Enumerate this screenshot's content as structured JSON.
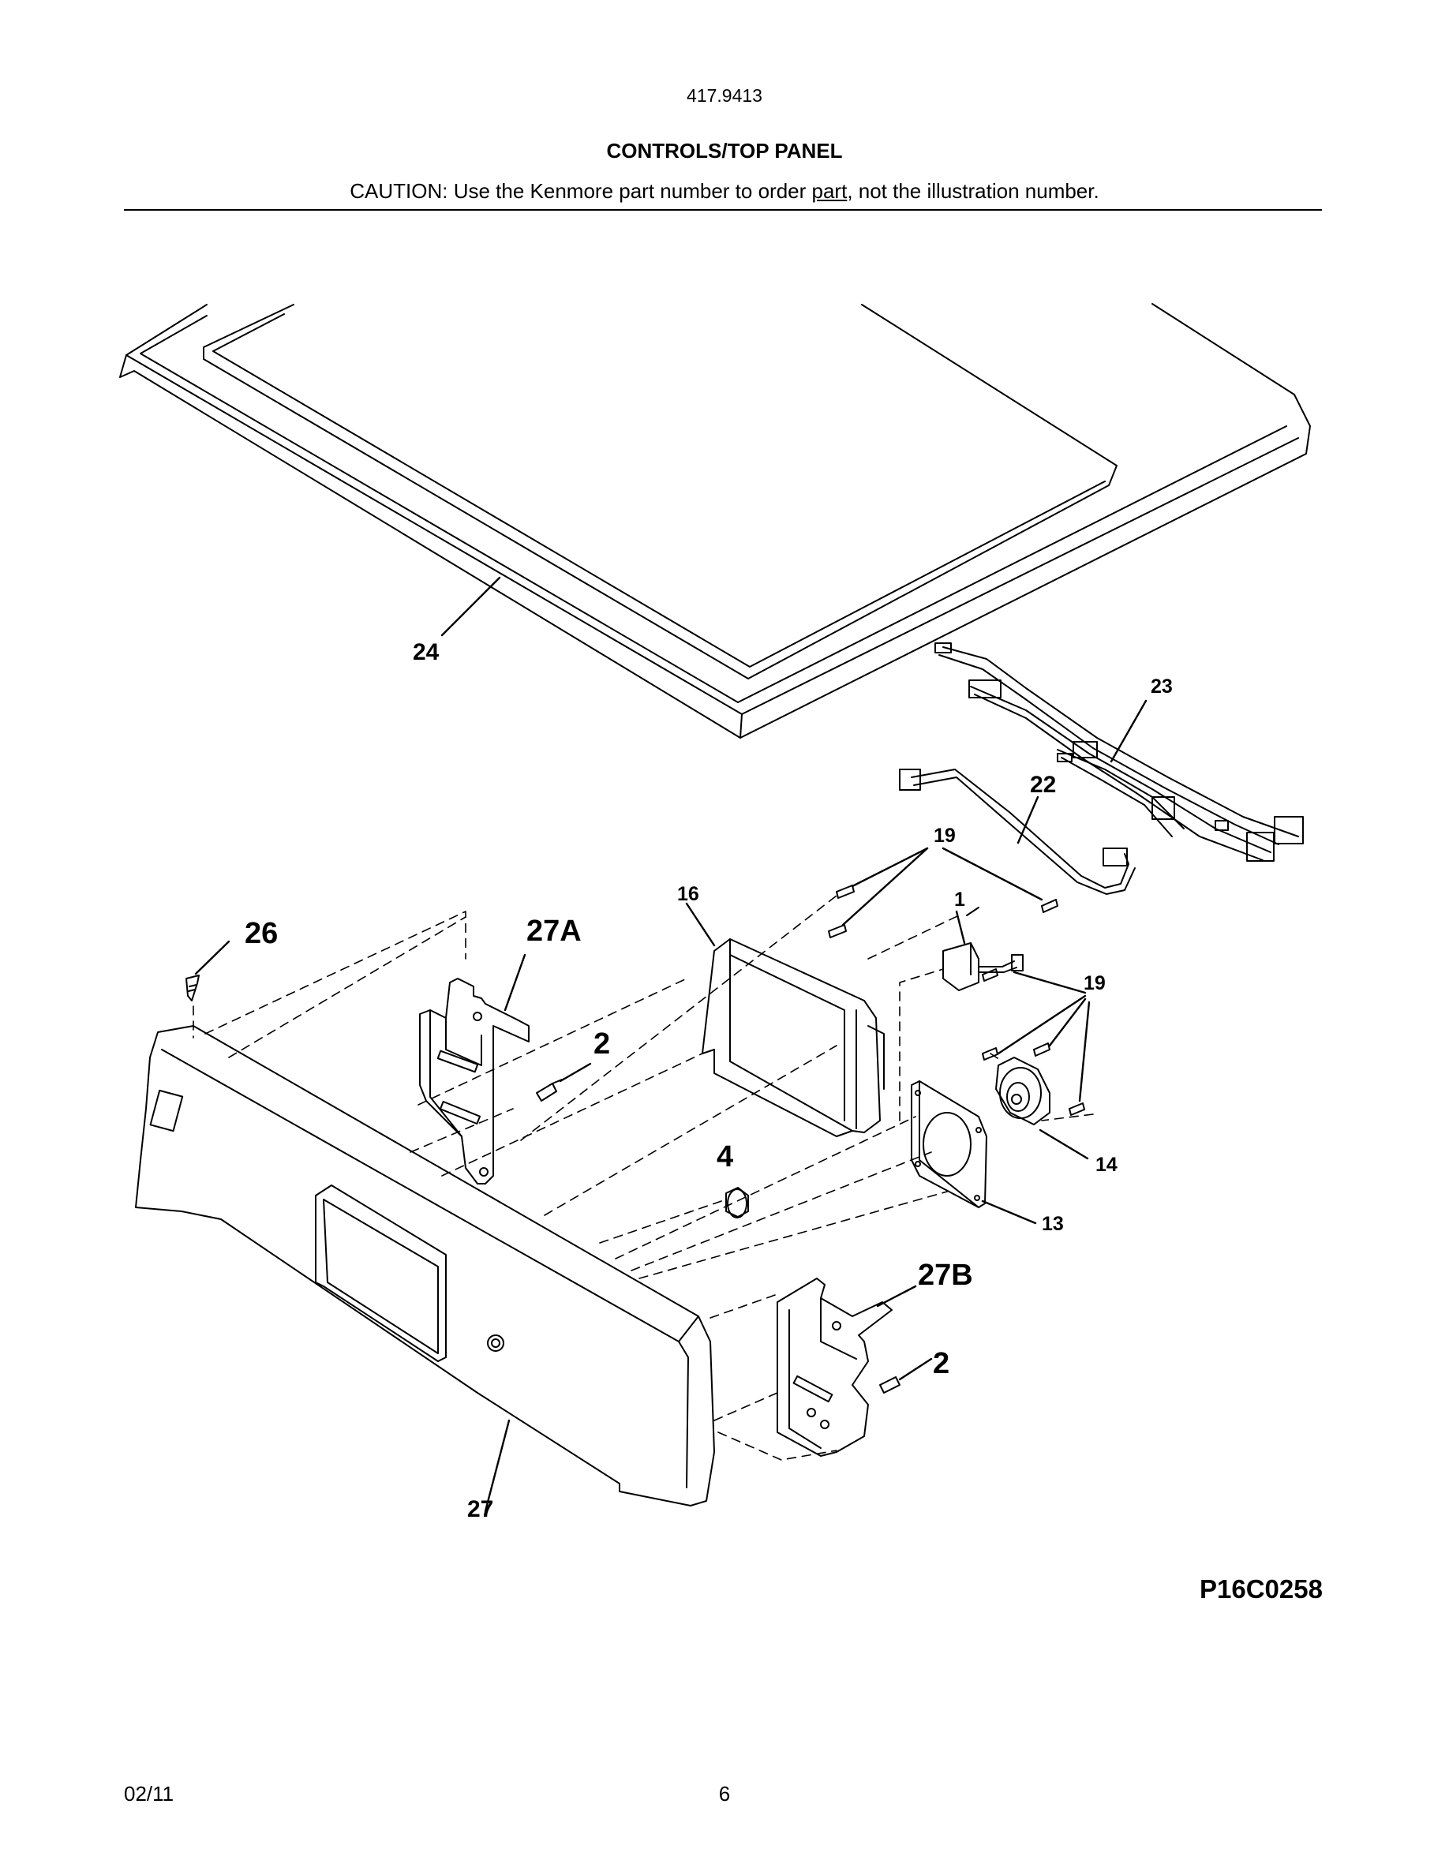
{
  "header": {
    "model_number": "417.9413",
    "title": "CONTROLS/TOP PANEL",
    "caution_before": "CAUTION: Use the Kenmore part number to order ",
    "caution_underlined": "part",
    "caution_after": ", not the illustration number."
  },
  "diagram": {
    "callouts": {
      "c24": "24",
      "c23": "23",
      "c22": "22",
      "c19a": "19",
      "c1": "1",
      "c16": "16",
      "c26": "26",
      "c27a": "27A",
      "c19b": "19",
      "c2a": "2",
      "c4": "4",
      "c14": "14",
      "c13": "13",
      "c27b": "27B",
      "c2b": "2",
      "c27": "27"
    },
    "illustration_code": "P16C0258"
  },
  "footer": {
    "date": "02/11",
    "page": "6"
  }
}
